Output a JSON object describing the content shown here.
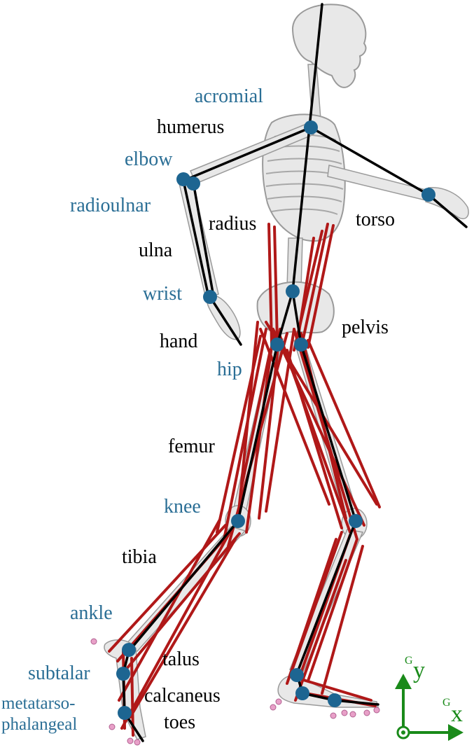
{
  "colors": {
    "bone_fill": "#e8e8e8",
    "bone_stroke": "#9a9a9a",
    "segment_line": "#000000",
    "muscle": "#b01818",
    "joint_marker": "#1d6591",
    "joint_label": "#2a6e95",
    "body_label": "#000000",
    "contact_point": "#e8a0c8",
    "axis": "#1a8a1a"
  },
  "joint_labels": {
    "acromial": "acromial",
    "elbow": "elbow",
    "radioulnar": "radioulnar",
    "wrist": "wrist",
    "hip": "hip",
    "knee": "knee",
    "ankle": "ankle",
    "subtalar": "subtalar",
    "mtp_line1": "metatarso-",
    "mtp_line2": "phalangeal"
  },
  "body_labels": {
    "humerus": "humerus",
    "radius": "radius",
    "torso": "torso",
    "ulna": "ulna",
    "pelvis": "pelvis",
    "hand": "hand",
    "femur": "femur",
    "tibia": "tibia",
    "talus": "talus",
    "calcaneus": "calcaneus",
    "toes": "toes"
  },
  "axes": {
    "y_sup": "G",
    "y_label": "y",
    "x_sup": "G",
    "x_label": "x"
  }
}
